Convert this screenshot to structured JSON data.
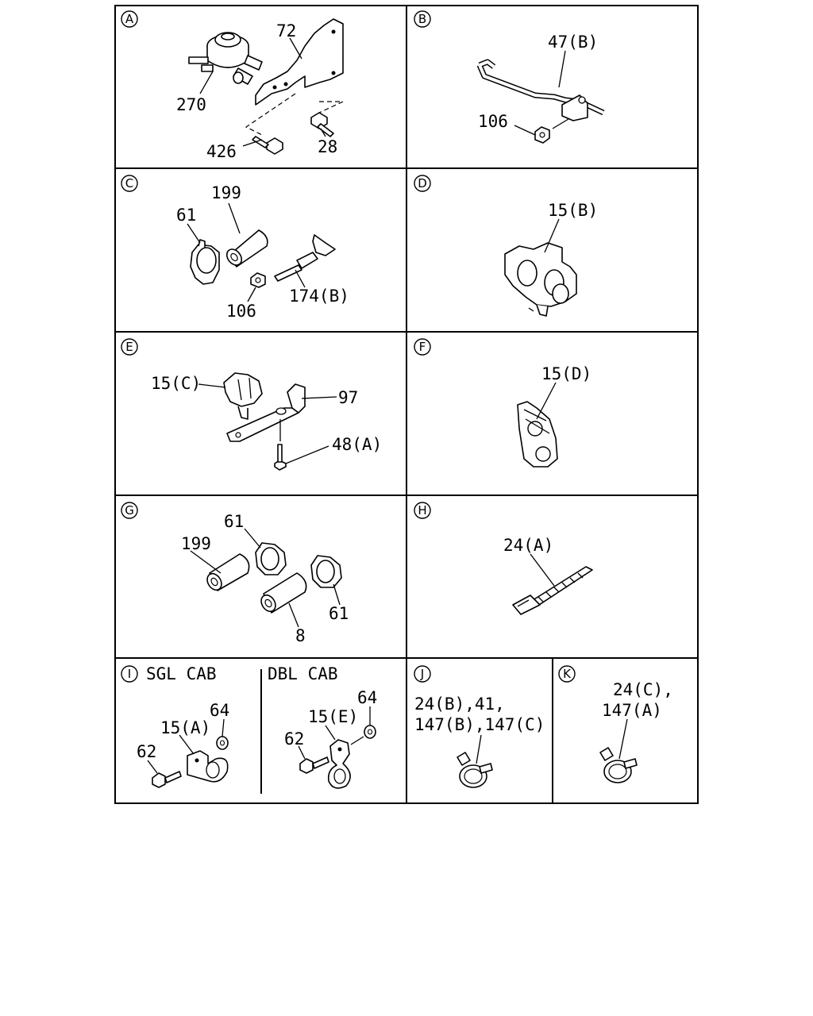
{
  "panels": {
    "A": {
      "badge": "A",
      "labels": [
        "72",
        "270",
        "426",
        "28"
      ]
    },
    "B": {
      "badge": "B",
      "labels": [
        "47(B)",
        "106"
      ]
    },
    "C": {
      "badge": "C",
      "labels": [
        "199",
        "61",
        "106",
        "174(B)"
      ]
    },
    "D": {
      "badge": "D",
      "labels": [
        "15(B)"
      ]
    },
    "E": {
      "badge": "E",
      "labels": [
        "15(C)",
        "97",
        "48(A)"
      ]
    },
    "F": {
      "badge": "F",
      "labels": [
        "15(D)"
      ]
    },
    "G": {
      "badge": "G",
      "labels": [
        "61",
        "199",
        "8",
        "61"
      ]
    },
    "H": {
      "badge": "H",
      "labels": [
        "24(A)"
      ]
    },
    "I": {
      "badge": "I",
      "sgl_title": "SGL CAB",
      "dbl_title": "DBL CAB",
      "sgl_labels": [
        "64",
        "15(A)",
        "62"
      ],
      "dbl_labels": [
        "64",
        "15(E)",
        "62"
      ]
    },
    "J": {
      "badge": "J",
      "labels": [
        "24(B),41,",
        "147(B),147(C)"
      ]
    },
    "K": {
      "badge": "K",
      "labels": [
        "24(C),",
        "147(A)"
      ]
    }
  }
}
